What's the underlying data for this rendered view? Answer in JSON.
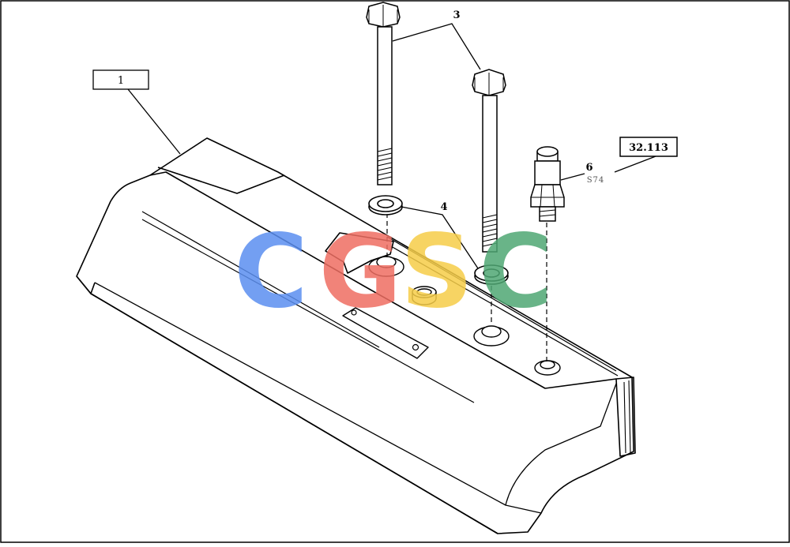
{
  "callouts": {
    "part1": "1",
    "part3": "3",
    "part4": "4",
    "part6": "6",
    "part6_code": "S74",
    "ref": "32.113"
  },
  "watermark": {
    "letters": [
      "C",
      "G",
      "S",
      "C"
    ],
    "colors": [
      "#5B8FF0",
      "#EF6E62",
      "#F6CD48",
      "#4FA874"
    ]
  }
}
